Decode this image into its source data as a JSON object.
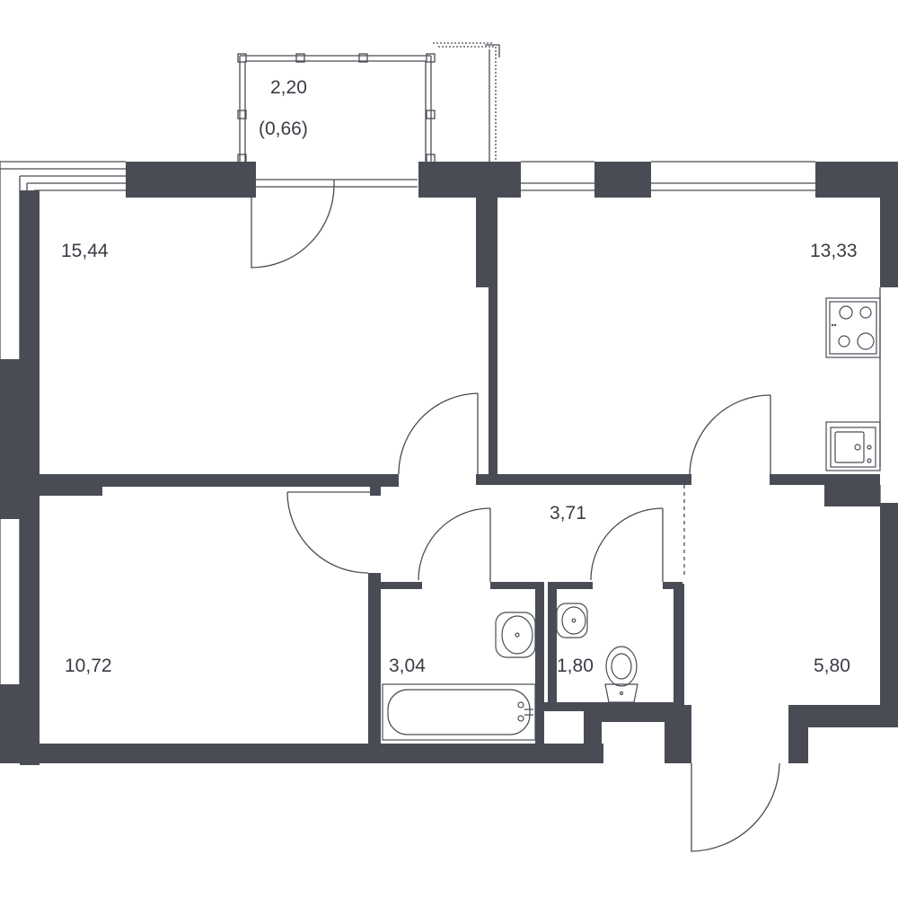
{
  "colors": {
    "wall": "#4a4c55",
    "background": "#ffffff"
  },
  "rooms": {
    "balcony_area": "2,20",
    "balcony_reduced": "(0,66)",
    "bedroom_top": "15,44",
    "kitchen": "13,33",
    "hallway": "3,71",
    "bedroom_bottom": "10,72",
    "bathroom": "3,04",
    "toilet": "1,80",
    "entrance": "5,80"
  },
  "fixtures": [
    "stove-icon",
    "kitchen-sink-icon",
    "washbasin-icon",
    "bathtub-icon",
    "toilet-icon"
  ]
}
